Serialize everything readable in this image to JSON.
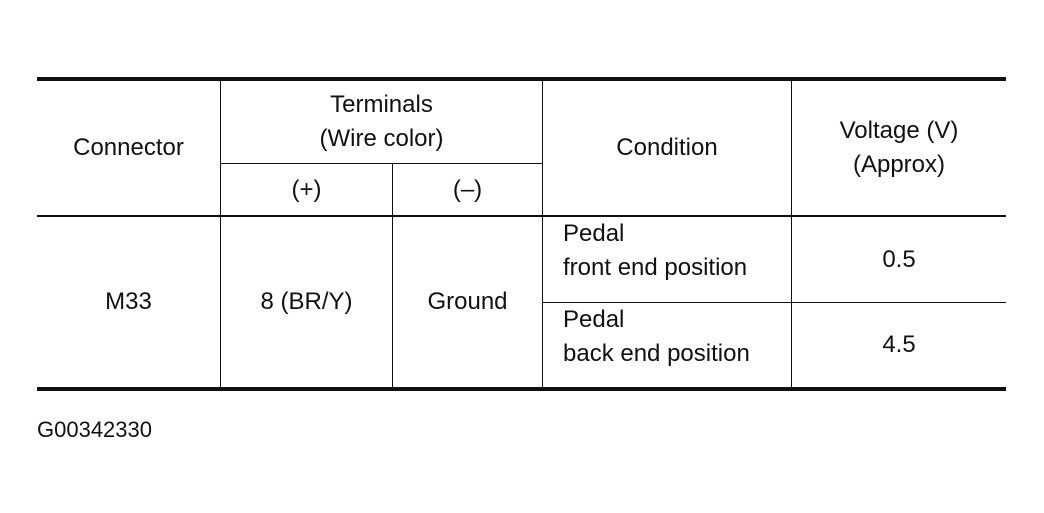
{
  "table": {
    "headers": {
      "connector": "Connector",
      "terminals_line1": "Terminals",
      "terminals_line2": "(Wire color)",
      "terminal_plus": "(+)",
      "terminal_minus": "(–)",
      "condition": "Condition",
      "voltage_line1": "Voltage (V)",
      "voltage_line2": "(Approx)"
    },
    "rows": [
      {
        "connector": "M33",
        "terminal_plus": "8 (BR/Y)",
        "terminal_minus": "Ground",
        "conditions": [
          {
            "line1": "Pedal",
            "line2": "front end position",
            "voltage": "0.5"
          },
          {
            "line1": "Pedal",
            "line2": "back end position",
            "voltage": "4.5"
          }
        ]
      }
    ]
  },
  "figure_id": "G00342330"
}
